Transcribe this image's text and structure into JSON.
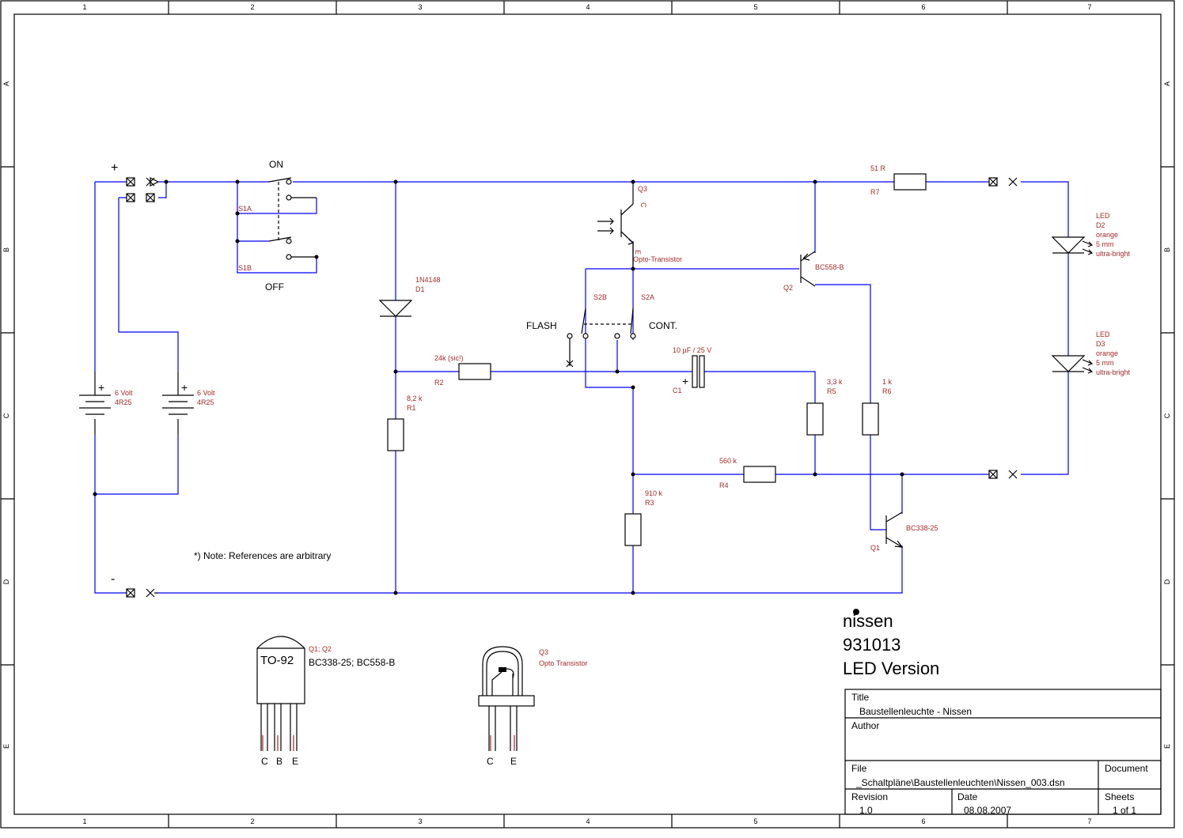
{
  "grid": {
    "columns": [
      "1",
      "2",
      "3",
      "4",
      "5",
      "6",
      "7"
    ],
    "rows": [
      "A",
      "B",
      "C",
      "D",
      "E"
    ]
  },
  "labels": {
    "plus": "+",
    "minus": "-",
    "on": "ON",
    "off": "OFF",
    "flash": "FLASH",
    "cont": "CONT.",
    "note": "*) Note: References are arbitrary",
    "cap_plus": "+"
  },
  "components": {
    "s1a": "S1A",
    "s1b": "S1B",
    "s2a": "S2A",
    "s2b": "S2B",
    "bat1_plus": "+",
    "bat1_value": "6 Volt",
    "bat1_type": "4R25",
    "bat2_plus": "+",
    "bat2_value": "6 Volt",
    "bat2_type": "4R25",
    "d1_type": "1N4148",
    "d1_ref": "D1",
    "r1_value": "8,2 k",
    "r1_ref": "R1",
    "r2_value": "24k (sic!)",
    "r2_ref": "R2",
    "r3_value": "910 k",
    "r3_ref": "R3",
    "r4_value": "560 k",
    "r4_ref": "R4",
    "r5_value": "3,3 k",
    "r5_ref": "R5",
    "r6_value": "1 k",
    "r6_ref": "R6",
    "r7_value": "51 R",
    "r7_ref": "R7",
    "c1_value": "10 µF / 25 V",
    "c1_ref": "C1",
    "q3_ref": "Q3",
    "q3_c": "C",
    "q3_e": "E",
    "q3_type": "Opto-Transistor",
    "q2_type": "BC558-B",
    "q2_ref": "Q2",
    "q1_type": "BC338-25",
    "q1_ref": "Q1",
    "d2_l1": "LED",
    "d2_l2": "D2",
    "d2_l3": "orange",
    "d2_l4": "5 mm",
    "d2_l5": "ultra-bright",
    "d3_l1": "LED",
    "d3_l2": "D3",
    "d3_l3": "orange",
    "d3_l4": "5 mm",
    "d3_l5": "ultra-bright"
  },
  "packages": {
    "to92_refs": "Q1; Q2",
    "to92_name": "TO-92",
    "to92_types": "BC338-25; BC558-B",
    "to92_c": "C",
    "to92_b": "B",
    "to92_e": "E",
    "opto_ref": "Q3",
    "opto_desc": "Opto Transistor",
    "opto_c": "C",
    "opto_e": "E"
  },
  "brand": {
    "name": "nissen",
    "number": "931013",
    "version": "LED Version"
  },
  "title_block": {
    "title_label": "Title",
    "title_value": "Baustellenleuchte - Nissen",
    "author_label": "Author",
    "file_label": "File",
    "file_value": "_Schaltpläne\\Baustellenleuchten\\Nissen_003.dsn",
    "document_label": "Document",
    "revision_label": "Revision",
    "revision_value": "1.0",
    "date_label": "Date",
    "date_value": "08.08.2007",
    "sheets_label": "Sheets",
    "sheets_value": "1 of 1"
  },
  "colors": {
    "wire": "#0000ff",
    "reference_text": "#a52a2a",
    "lead_tint": "#b22222",
    "drawing": "#000000"
  }
}
